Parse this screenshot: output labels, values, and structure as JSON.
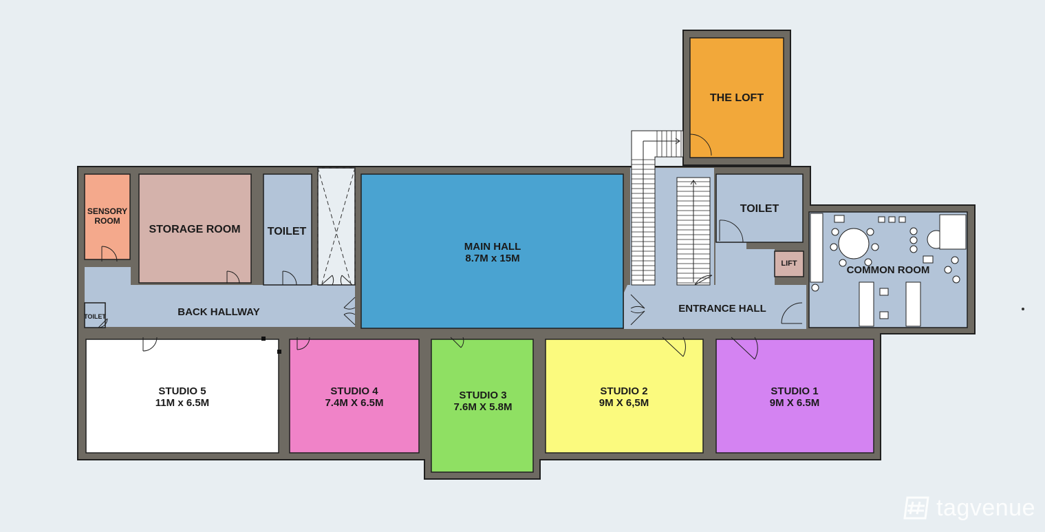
{
  "colors": {
    "background": "#e8eef2",
    "wall": "#6e6a62",
    "hallway": "#b3c4d8",
    "sensory_room": "#f4a98c",
    "storage_room": "#d4b2ab",
    "toilet": "#b3c4d8",
    "main_hall": "#4aa3d1",
    "the_loft": "#f2a83a",
    "studio_5": "#ffffff",
    "studio_4": "#f083c8",
    "studio_3": "#8fe063",
    "studio_2": "#fbfa7e",
    "studio_1": "#d483f2",
    "lift": "#d4b2ab"
  },
  "rooms": {
    "sensory_room": {
      "line1": "SENSORY",
      "line2": "ROOM"
    },
    "storage_room": {
      "name": "STORAGE ROOM"
    },
    "toilet_left": {
      "name": "TOILET"
    },
    "toilet_small": {
      "name": "TOILET"
    },
    "back_hallway": {
      "name": "BACK HALLWAY"
    },
    "main_hall": {
      "name": "MAIN HALL",
      "size": "8.7M x 15M"
    },
    "the_loft": {
      "name": "THE LOFT"
    },
    "toilet_right": {
      "name": "TOILET"
    },
    "lift": {
      "name": "LIFT"
    },
    "entrance_hall": {
      "name": "ENTRANCE HALL"
    },
    "common_room": {
      "name": "COMMON ROOM"
    },
    "studio_5": {
      "name": "STUDIO 5",
      "size": "11M x 6.5M"
    },
    "studio_4": {
      "name": "STUDIO 4",
      "size": "7.4M X 6.5M"
    },
    "studio_3": {
      "name": "STUDIO 3",
      "size": "7.6M X 5.8M"
    },
    "studio_2": {
      "name": "STUDIO 2",
      "size": "9M X 6,5M"
    },
    "studio_1": {
      "name": "STUDIO 1",
      "size": "9M X 6.5M"
    }
  },
  "brand": {
    "name": "tagvenue",
    "icon": "tagvenue-logo-icon"
  }
}
